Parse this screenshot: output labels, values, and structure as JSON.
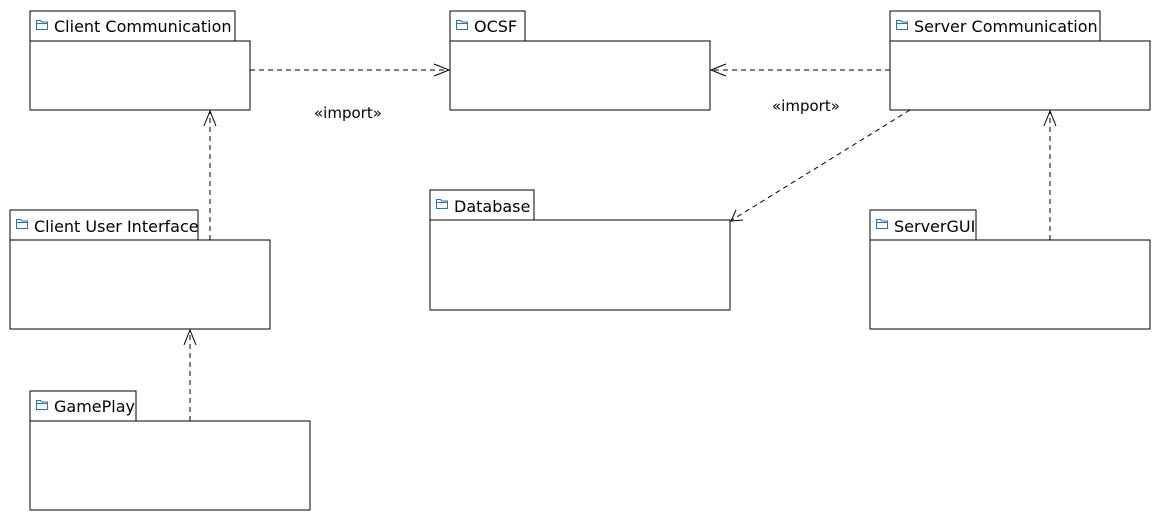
{
  "diagram": {
    "packages": {
      "client_communication": "Client Communication",
      "ocsf": "OCSF",
      "server_communication": "Server Communication",
      "client_user_interface": "Client User Interface",
      "database": "Database",
      "servergui": "ServerGUI",
      "gameplay": "GamePlay"
    },
    "stereotypes": {
      "client_to_ocsf": "«import»",
      "server_to_ocsf": "«import»"
    },
    "icon": "folder-icon",
    "colors": {
      "icon": "#2f6fb5",
      "lines": "#000000"
    }
  }
}
